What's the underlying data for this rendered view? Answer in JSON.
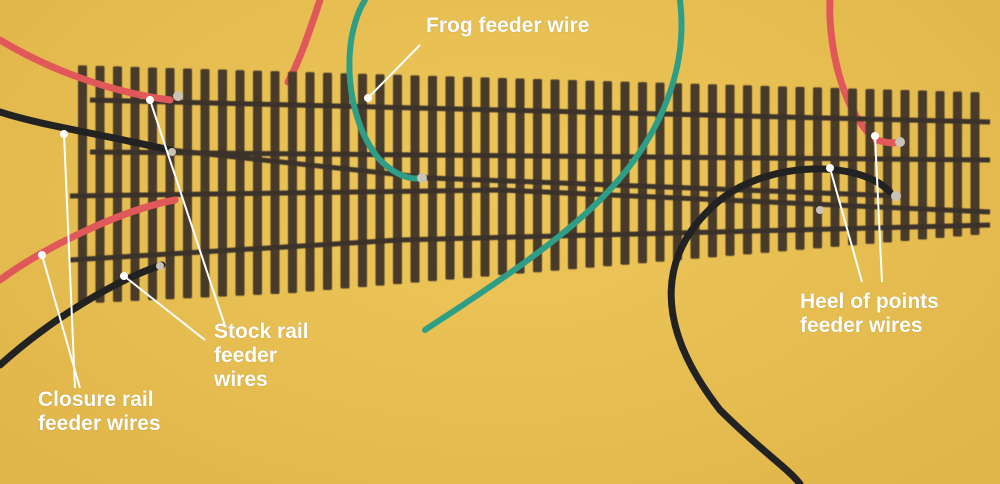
{
  "colors": {
    "background": "#e8bf52",
    "ties": "#4a3b2c",
    "rails": "#3a302a",
    "wire_red": "#e0585a",
    "wire_black": "#222222",
    "wire_green": "#2f9e86",
    "label_text": "#ffffff"
  },
  "labels": {
    "frog": [
      "Frog feeder wire"
    ],
    "stock": [
      "Stock rail",
      "feeder",
      "wires"
    ],
    "heel": [
      "Heel of points",
      "feeder wires"
    ],
    "closure": [
      "Closure rail",
      "feeder wires"
    ]
  }
}
